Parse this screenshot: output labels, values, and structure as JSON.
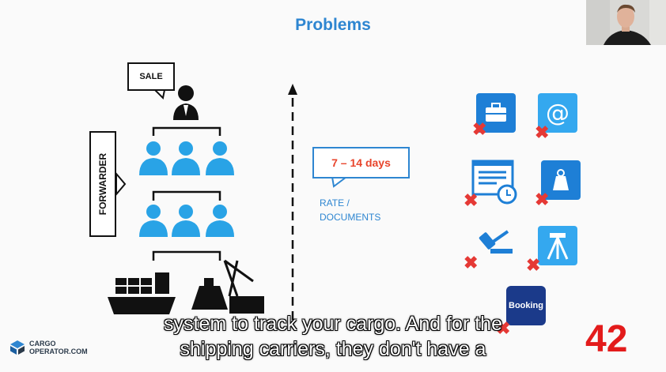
{
  "slide": {
    "title": "Problems",
    "sale_label": "SALE",
    "forwarder_label": "FORWARDER",
    "days_label": "7 – 14 days",
    "rate_label": "RATE /",
    "documents_label": "DOCUMENTS",
    "booking_label": "Booking",
    "logo_line1": "CARGO",
    "logo_line2": "OPERATOR.COM",
    "page_number": "42"
  },
  "caption": {
    "line1": "system to track your cargo. And for the",
    "line2": "shipping carriers, they don't have a"
  },
  "colors": {
    "accent_blue": "#2e86d1",
    "people_blue": "#29a3e6",
    "cross_red": "#e53935",
    "days_red": "#e8452c",
    "page_red": "#e31b1b",
    "booking_navy": "#1b3a8a"
  },
  "icons": [
    "briefcase-icon",
    "email-at-icon",
    "invoice-clock-icon",
    "weight-icon",
    "auction-gavel-icon",
    "tripod-icon",
    "booking-icon"
  ]
}
